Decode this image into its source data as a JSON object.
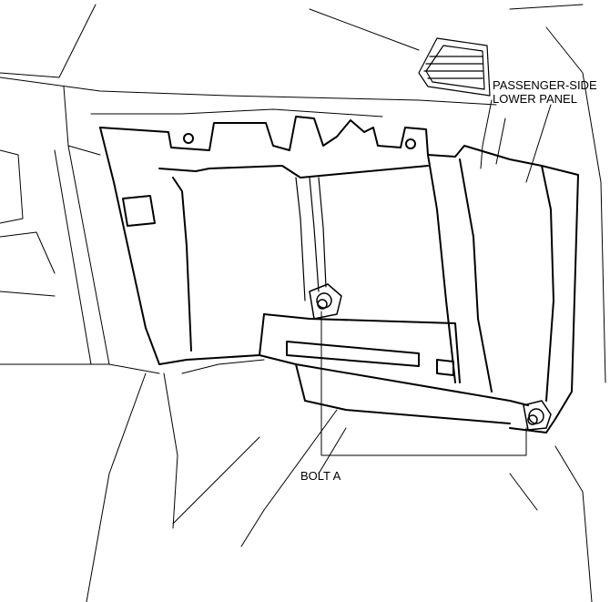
{
  "labels": {
    "panel_line1": "PASSENGER-SIDE",
    "panel_line2": "LOWER PANEL",
    "bolt": "BOLT A"
  },
  "colors": {
    "line": "#000000",
    "background": "#ffffff"
  }
}
